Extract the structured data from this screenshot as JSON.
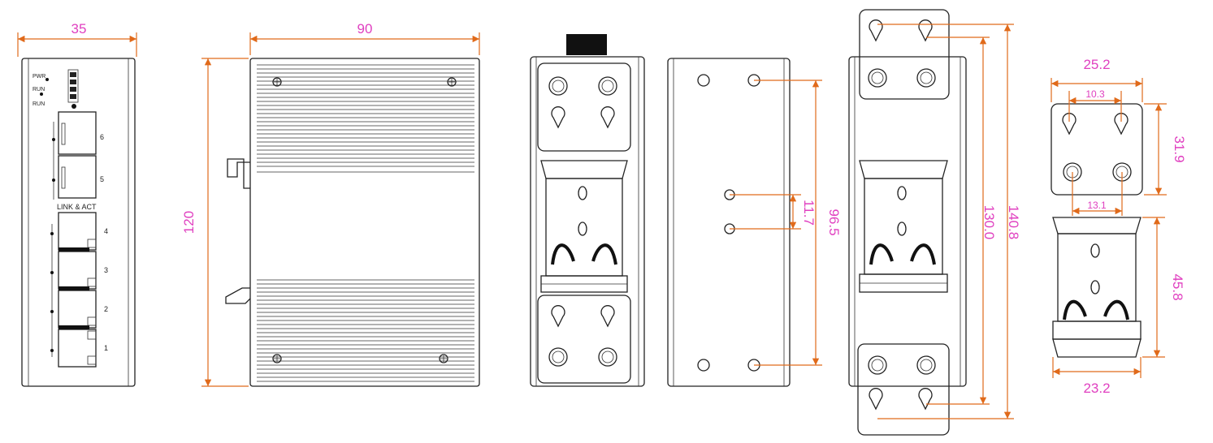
{
  "colors": {
    "dimension_text": "#e040c0",
    "dimension_line": "#e06a1a",
    "outline": "#222222"
  },
  "front": {
    "width_dim": "35",
    "labels": {
      "pwr": "PWR",
      "run1": "RUN",
      "run2": "RUN",
      "link_act": "LINK & ACT"
    },
    "ports": [
      "6",
      "5",
      "4",
      "3",
      "2",
      "1"
    ]
  },
  "side": {
    "width_dim": "90",
    "height_dim": "120"
  },
  "back": {
    "dim_96_5": "96.5",
    "dim_11_7": "11.7"
  },
  "rail_mount": {
    "dim_130_0": "130.0",
    "dim_140_8": "140.8"
  },
  "detail": {
    "plate_width": "25.2",
    "hole_spacing_top": "10.3",
    "hole_spacing_bottom": "13.1",
    "plate_height": "31.9",
    "clip_height": "45.8",
    "clip_width": "23.2"
  }
}
